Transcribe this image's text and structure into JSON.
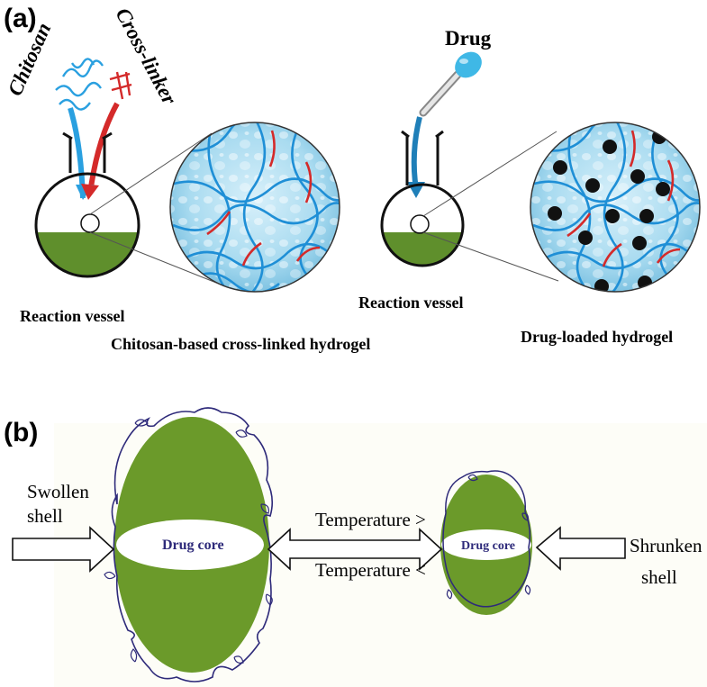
{
  "panel_a": {
    "letter": "(a)",
    "chitosan_label": "Chitosan",
    "crosslinker_label": "Cross-linker",
    "drug_label": "Drug",
    "vessel_label_left": "Reaction vessel",
    "vessel_label_right": "Reaction vessel",
    "hydrogel_label": "Chitosan-based cross-linked hydrogel",
    "drug_hydrogel_label": "Drug-loaded hydrogel"
  },
  "panel_b": {
    "letter": "(b)",
    "swollen_label_line1": "Swollen",
    "swollen_label_line2": "shell",
    "shrunken_label_line1": "Shrunken",
    "shrunken_label_line2": "shell",
    "temp_greater": "Temperature >",
    "temp_less": "Temperature <",
    "drug_core_large": "Drug core",
    "drug_core_small": "Drug core"
  },
  "colors": {
    "green": "#6b9a2a",
    "vessel_fill": "#5f8f2c",
    "network_blue": "#1f8fd6",
    "crosslink_red": "#d42a2a",
    "water_bg": "#b8e2f3",
    "shell_purple": "#2e2a7a"
  }
}
